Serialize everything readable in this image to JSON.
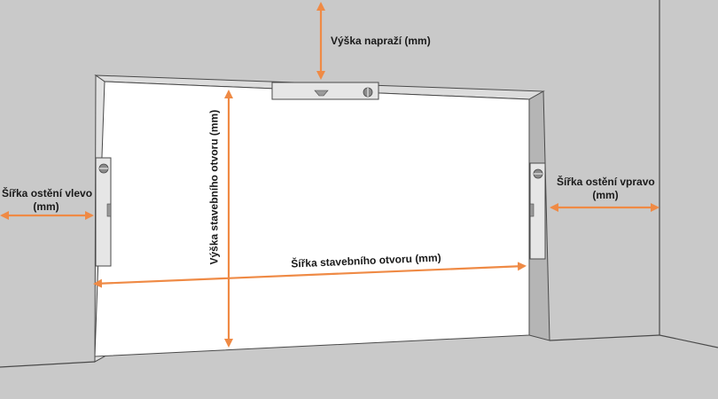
{
  "colors": {
    "wall": "#c9c9c9",
    "opening": "#ffffff",
    "line": "#4a4a4a",
    "arrow": "#ef8a45",
    "level": "#e6e6e6"
  },
  "labels": {
    "header_height": "Výška napraží (mm)",
    "opening_height": "Výška stavebního otvoru (mm)",
    "opening_width": "Šířka stavebního otvoru (mm)",
    "left_jamb": {
      "line1": "Šířka ostění vlevo",
      "line2": "(mm)"
    },
    "right_jamb": {
      "line1": "Šířka ostění vpravo",
      "line2": "(mm)"
    }
  },
  "icons": [
    "spirit-level-top",
    "spirit-level-left",
    "spirit-level-right"
  ]
}
